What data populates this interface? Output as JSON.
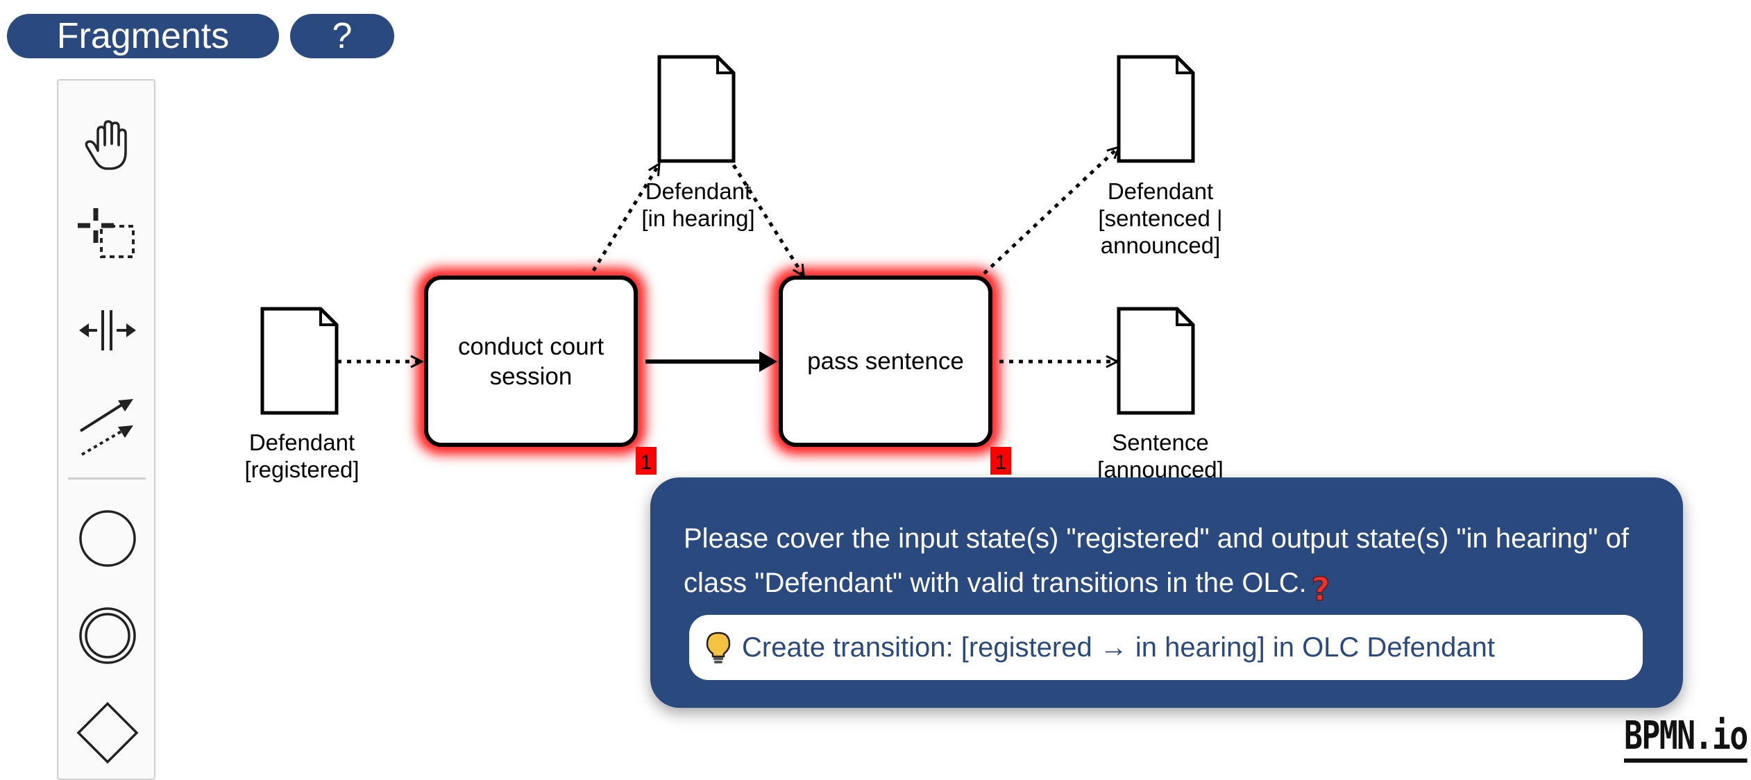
{
  "header": {
    "fragments_label": "Fragments",
    "help_label": "?"
  },
  "palette": {
    "tools": [
      "hand-tool",
      "lasso-tool",
      "space-tool",
      "connect-tool",
      "start-event",
      "intermediate-event",
      "gateway"
    ]
  },
  "diagram": {
    "tasks": [
      {
        "label": "conduct court\nsession",
        "badge": "1"
      },
      {
        "label": "pass sentence",
        "badge": "1"
      }
    ],
    "data_objects": [
      {
        "label": "Defendant\n[registered]"
      },
      {
        "label": "Defendant\n[in hearing]"
      },
      {
        "label": "Defendant\n[sentenced |\nannounced]"
      },
      {
        "label": "Sentence\n[announced]"
      }
    ],
    "error_color": "#ff0000"
  },
  "popup": {
    "message": "Please cover the input state(s) \"registered\" and output state(s) \"in hearing\" of class \"Defendant\" with valid transitions in the OLC.",
    "hint": "Create transition: [registered → in hearing] in OLC Defendant",
    "background": "#2a4a7f"
  },
  "watermark": "BPMN.io"
}
